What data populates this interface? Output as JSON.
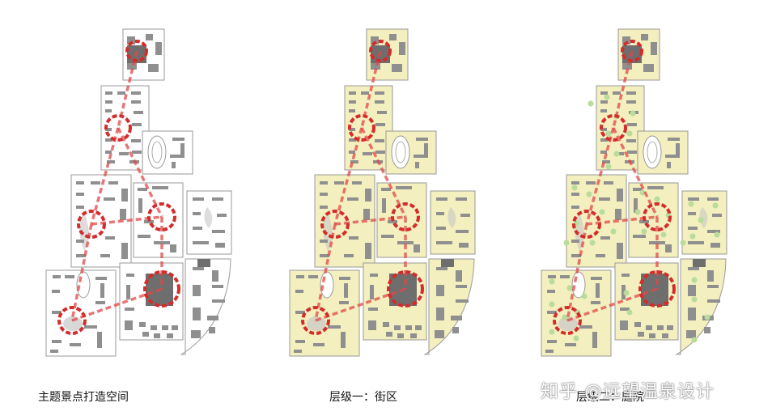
{
  "panels": [
    {
      "caption": "主题景点打造空间",
      "block_fill": "#ffffff",
      "show_greens": false
    },
    {
      "caption": "层级一：街区",
      "block_fill": "#f3efbe",
      "show_greens": false
    },
    {
      "caption": "层级二：庭院",
      "block_fill": "#f3efbe",
      "show_greens": true
    }
  ],
  "watermark": "知乎 @远望温泉设计",
  "colors": {
    "node_ring": "#d42b2b",
    "axis_line": "#e04848",
    "building": "#8f8f8f",
    "building_dark": "#6e6e6e",
    "block_outline": "#9a9a9a",
    "courtyard_green": "#b9dc9a",
    "plaza": "#c7c7c7"
  }
}
